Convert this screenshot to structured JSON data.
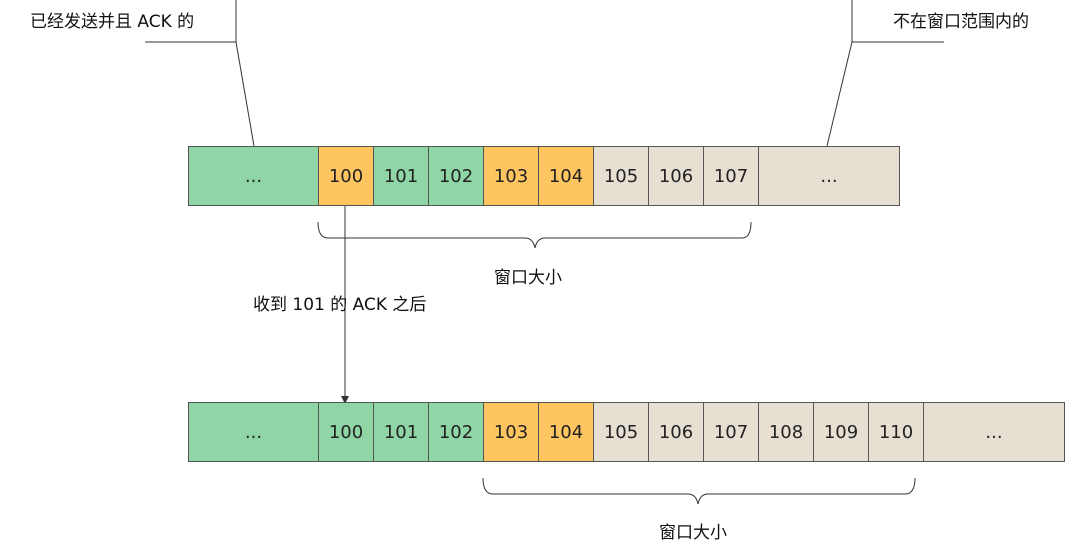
{
  "diagram": {
    "callout_left": "已经发送并且 ACK 的",
    "callout_right": "不在窗口范围内的",
    "transition_label": "收到 101 的 ACK 之后",
    "colors": {
      "acked": "#8fd5a6",
      "sent_unacked": "#ffc561",
      "not_sent": "#e6dfd2"
    },
    "before": {
      "window_label": "窗口大小",
      "cells": [
        {
          "text": "...",
          "state": "acked"
        },
        {
          "text": "100",
          "state": "sent_unacked"
        },
        {
          "text": "101",
          "state": "acked"
        },
        {
          "text": "102",
          "state": "acked"
        },
        {
          "text": "103",
          "state": "sent_unacked"
        },
        {
          "text": "104",
          "state": "sent_unacked"
        },
        {
          "text": "105",
          "state": "not_sent"
        },
        {
          "text": "106",
          "state": "not_sent"
        },
        {
          "text": "107",
          "state": "not_sent"
        },
        {
          "text": "...",
          "state": "not_sent"
        }
      ]
    },
    "after": {
      "window_label": "窗口大小",
      "cells": [
        {
          "text": "...",
          "state": "acked"
        },
        {
          "text": "100",
          "state": "acked"
        },
        {
          "text": "101",
          "state": "acked"
        },
        {
          "text": "102",
          "state": "acked"
        },
        {
          "text": "103",
          "state": "sent_unacked"
        },
        {
          "text": "104",
          "state": "sent_unacked"
        },
        {
          "text": "105",
          "state": "not_sent"
        },
        {
          "text": "106",
          "state": "not_sent"
        },
        {
          "text": "107",
          "state": "not_sent"
        },
        {
          "text": "108",
          "state": "not_sent"
        },
        {
          "text": "109",
          "state": "not_sent"
        },
        {
          "text": "110",
          "state": "not_sent"
        },
        {
          "text": "...",
          "state": "not_sent"
        }
      ]
    }
  }
}
